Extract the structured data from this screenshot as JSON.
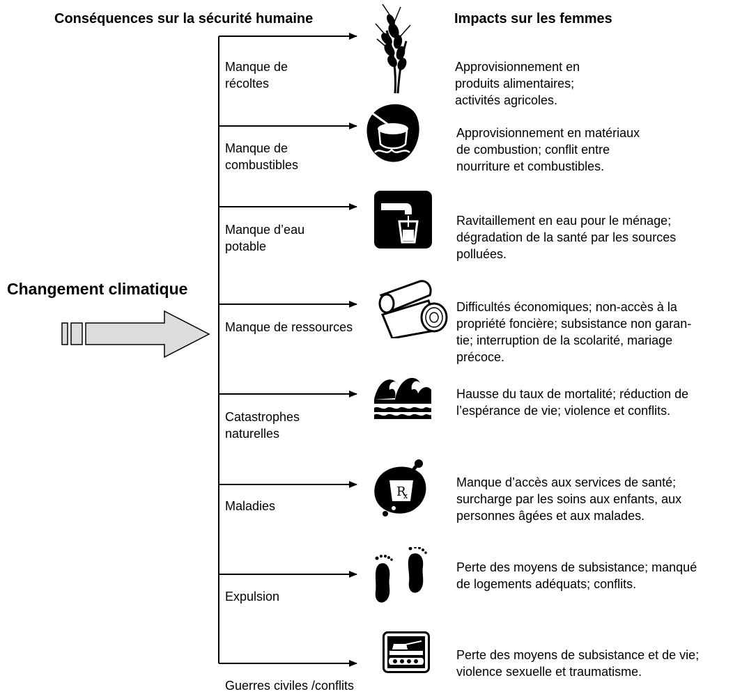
{
  "headers": {
    "left": "Conséquences sur la sécurité humaine",
    "right": "Impacts sur les femmes"
  },
  "main_label": "Changement climatique",
  "rows": [
    {
      "cause": "Manque de\nrécoltes",
      "icon": "wheat-icon",
      "impact": "Approvisionnement en\nproduits alimentaires;\nactivités agricoles."
    },
    {
      "cause": "Manque de\ncombustibles",
      "icon": "cooking-pot-fire-icon",
      "impact": "Approvisionnement en matériaux\nde combustion; conflit entre\nnourriture et combustibles."
    },
    {
      "cause": "Manque d’eau\npotable",
      "icon": "water-tap-icon",
      "impact": "Ravitaillement en eau pour le ménage;\ndégradation de la santé par les sources\npolluées."
    },
    {
      "cause": "Manque de ressources",
      "icon": "logs-icon",
      "impact": "Difficultés économiques; non-accès à la\npropriété foncière; subsistance non garan-\ntie; interruption de la scolarité, mariage\nprécoce."
    },
    {
      "cause": "Catastrophes\nnaturelles",
      "icon": "flood-waves-icon",
      "impact": "Hausse du taux de mortalité; réduction de\nl’espérance de vie; violence et conflits."
    },
    {
      "cause": "Maladies",
      "icon": "medicine-mortar-icon",
      "impact": "Manque d’accès aux services de santé;\nsurcharge par les soins aux enfants, aux\npersonnes âgées et aux malades."
    },
    {
      "cause": "Expulsion",
      "icon": "footprints-icon",
      "impact": "Perte des moyens de subsistance; manqué\nde logements adéquats; conflits."
    },
    {
      "cause": "Guerres civiles /conflits",
      "icon": "tank-icon",
      "impact": "Perte des moyens de subsistance et de vie;\nviolence sexuelle et traumatisme."
    }
  ]
}
